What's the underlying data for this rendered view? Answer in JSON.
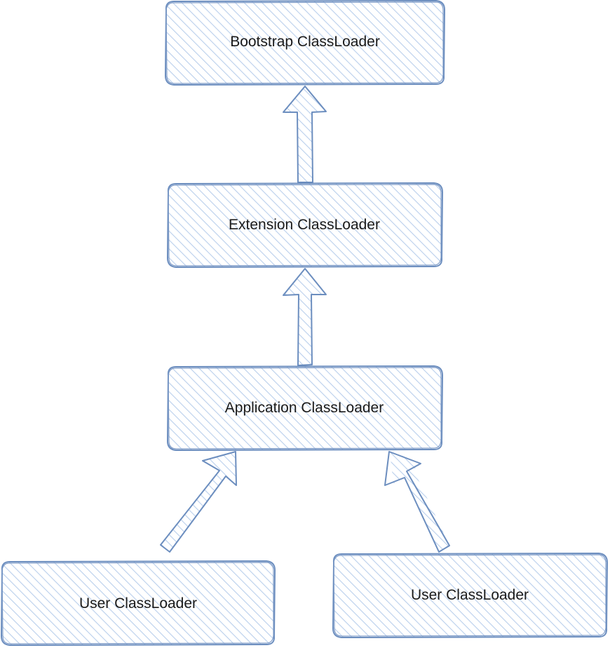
{
  "diagram": {
    "nodes": {
      "bootstrap": {
        "label": "Bootstrap ClassLoader"
      },
      "extension": {
        "label": "Extension ClassLoader"
      },
      "application": {
        "label": "Application ClassLoader"
      },
      "user_left": {
        "label": "User ClassLoader"
      },
      "user_right": {
        "label": "User ClassLoader"
      }
    },
    "edges": [
      {
        "from": "extension",
        "to": "bootstrap"
      },
      {
        "from": "application",
        "to": "extension"
      },
      {
        "from": "user_left",
        "to": "application"
      },
      {
        "from": "user_right",
        "to": "application"
      }
    ],
    "colors": {
      "stroke": "#6c8ebf",
      "hatch": "#b9cfec",
      "text": "#1a1a1a"
    }
  }
}
